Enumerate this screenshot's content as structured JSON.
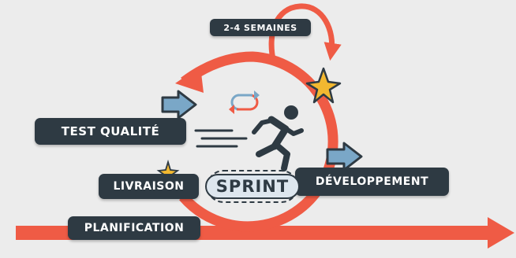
{
  "labels": {
    "duration": "2-4 SEMAINES",
    "test_qualite": "TEST QUALITÉ",
    "livraison": "LIVRAISON",
    "developpement": "DÉVELOPPEMENT",
    "planification": "PLANIFICATION",
    "sprint": "SPRINT"
  },
  "colors": {
    "loop": "#ef5b45",
    "tag_background": "#2e3a43",
    "tag_text": "#ffffff",
    "arrow_blue": "#7aa7c7",
    "star": "#f2b830",
    "background": "#ececec"
  },
  "icons": [
    "loop-arrow",
    "cycle-icon",
    "running-man-icon",
    "star-icon",
    "right-arrow-icon"
  ]
}
